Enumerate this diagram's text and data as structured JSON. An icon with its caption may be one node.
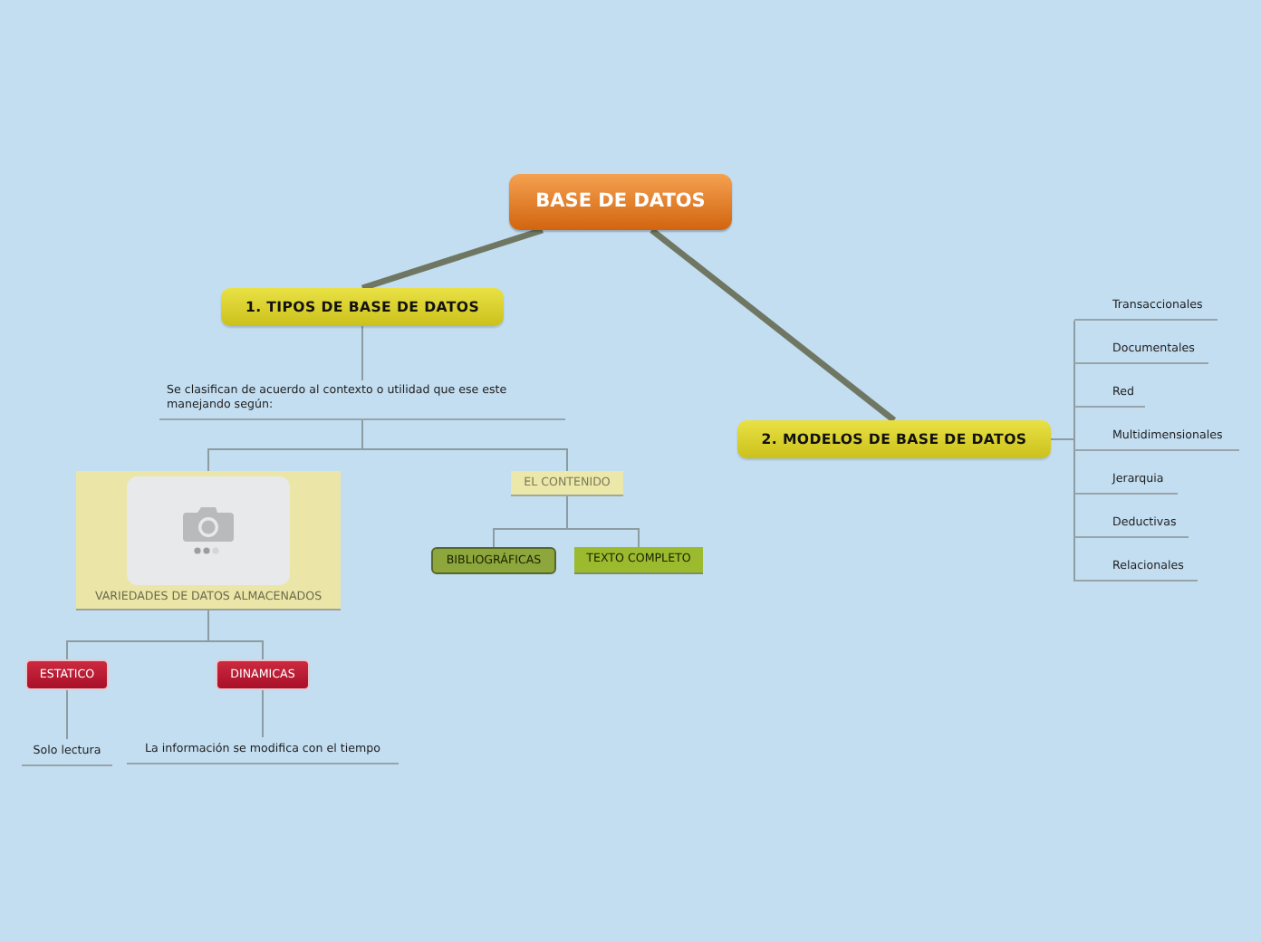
{
  "diagram": {
    "nodes": [
      {
        "text": [
          "BASE DE DATOS"
        ]
      },
      {
        "text": [
          "1. TIPOS DE BASE DE DATOS"
        ]
      },
      {
        "text": [
          "Se clasifican de acuerdo al contexto o utilidad que ese este manejando según:"
        ]
      },
      {
        "text": [
          "VARIEDADES DE DATOS ALMACENADOS"
        ]
      },
      {
        "text": [
          "EL CONTENIDO"
        ]
      },
      {
        "text": [
          "BIBLIOGRÁFICAS"
        ]
      },
      {
        "text": [
          "TEXTO COMPLETO"
        ]
      },
      {
        "text": [
          "ESTATICO"
        ]
      },
      {
        "text": [
          "DINAMICAS"
        ]
      },
      {
        "text": [
          "Solo lectura"
        ]
      },
      {
        "text": [
          "La información se modifica con el tiempo"
        ]
      },
      {
        "text": [
          "2. MODELOS DE BASE DE DATOS"
        ]
      },
      {
        "text": [
          "Transaccionales"
        ]
      },
      {
        "text": [
          "Documentales"
        ]
      },
      {
        "text": [
          "Red"
        ]
      },
      {
        "text": [
          "Multidimensionales"
        ]
      },
      {
        "text": [
          "Jerarquia"
        ]
      },
      {
        "text": [
          "Deductivas"
        ]
      },
      {
        "text": [
          "Relacionales"
        ]
      }
    ],
    "edges": [
      {
        "from": 0,
        "to": 1,
        "arrow": "none",
        "style": "thick",
        "color": "#6f7763"
      },
      {
        "from": 0,
        "to": 11,
        "arrow": "none",
        "style": "thick",
        "color": "#6f7763"
      },
      {
        "from": 1,
        "to": 2,
        "arrow": "none"
      },
      {
        "from": 2,
        "to": 3,
        "arrow": "none"
      },
      {
        "from": 2,
        "to": 4,
        "arrow": "none"
      },
      {
        "from": 4,
        "to": 5,
        "arrow": "none"
      },
      {
        "from": 4,
        "to": 6,
        "arrow": "none"
      },
      {
        "from": 3,
        "to": 7,
        "arrow": "none"
      },
      {
        "from": 3,
        "to": 8,
        "arrow": "none"
      },
      {
        "from": 7,
        "to": 9,
        "arrow": "none"
      },
      {
        "from": 8,
        "to": 10,
        "arrow": "none"
      },
      {
        "from": 11,
        "to": 12,
        "arrow": "none"
      },
      {
        "from": 11,
        "to": 13,
        "arrow": "none"
      },
      {
        "from": 11,
        "to": 14,
        "arrow": "none"
      },
      {
        "from": 11,
        "to": 15,
        "arrow": "none"
      },
      {
        "from": 11,
        "to": 16,
        "arrow": "none"
      },
      {
        "from": 11,
        "to": 17,
        "arrow": "none"
      },
      {
        "from": 11,
        "to": 18,
        "arrow": "none"
      }
    ]
  }
}
